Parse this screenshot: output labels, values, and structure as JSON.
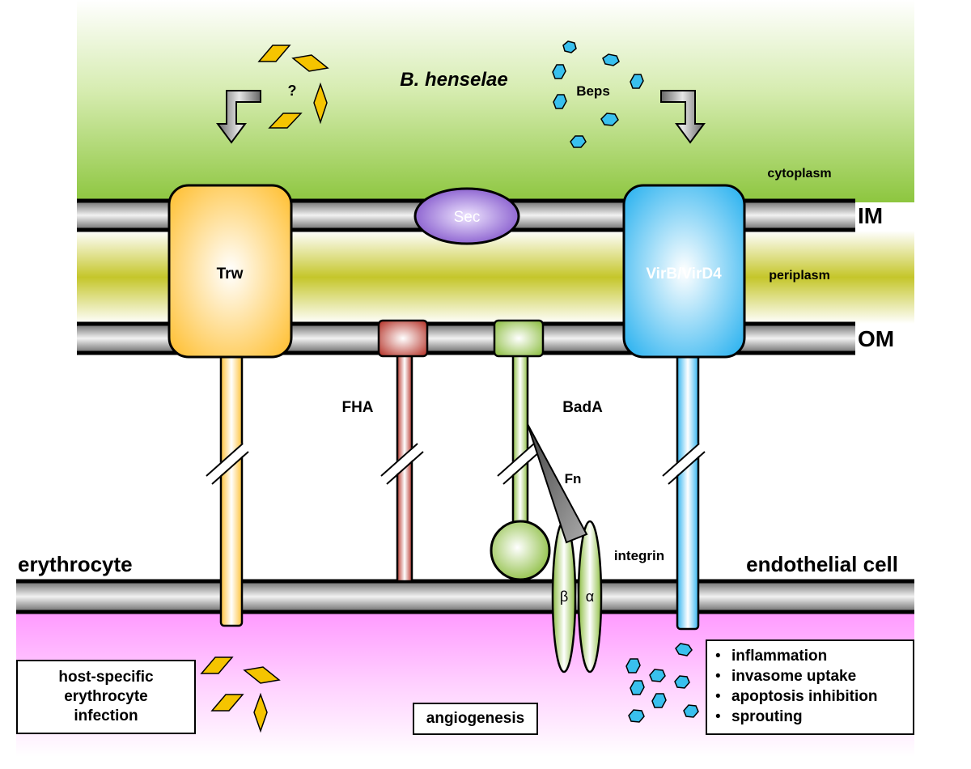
{
  "organism": "B. henselae",
  "compartments": {
    "cytoplasm": "cytoplasm",
    "periplasm": "periplasm",
    "inner_membrane": "IM",
    "outer_membrane": "OM"
  },
  "effectors": {
    "unknown": "?",
    "beps": "Beps"
  },
  "systems": {
    "trw": "Trw",
    "sec": "Sec",
    "virb": "VirB/VirD4"
  },
  "adhesins": {
    "fha": "FHA",
    "bada": "BadA",
    "fn": "Fn",
    "integrin": "integrin",
    "beta": "β",
    "alpha": "α"
  },
  "host_cells": {
    "erythrocyte": "erythrocyte",
    "endothelial": "endothelial cell"
  },
  "outcomes": {
    "host_specific_lines": [
      "host-specific",
      "erythrocyte",
      "infection"
    ],
    "angiogenesis": "angiogenesis",
    "endothelial_effects": [
      "inflammation",
      "invasome uptake",
      "apoptosis inhibition",
      "sprouting"
    ]
  },
  "colors": {
    "bacterium_green": "#8dc63f",
    "periplasm_olive": "#c5c62a",
    "host_pink": "#ff99ff",
    "trw_orange": "#ffc23a",
    "virb_blue": "#33b5f0",
    "sec_purple": "#7d4ec9",
    "fha_red": "#b83a30",
    "bada_green": "#8fbf45",
    "effector_yellow": "#f5c400",
    "bep_blue": "#39c0ee"
  }
}
